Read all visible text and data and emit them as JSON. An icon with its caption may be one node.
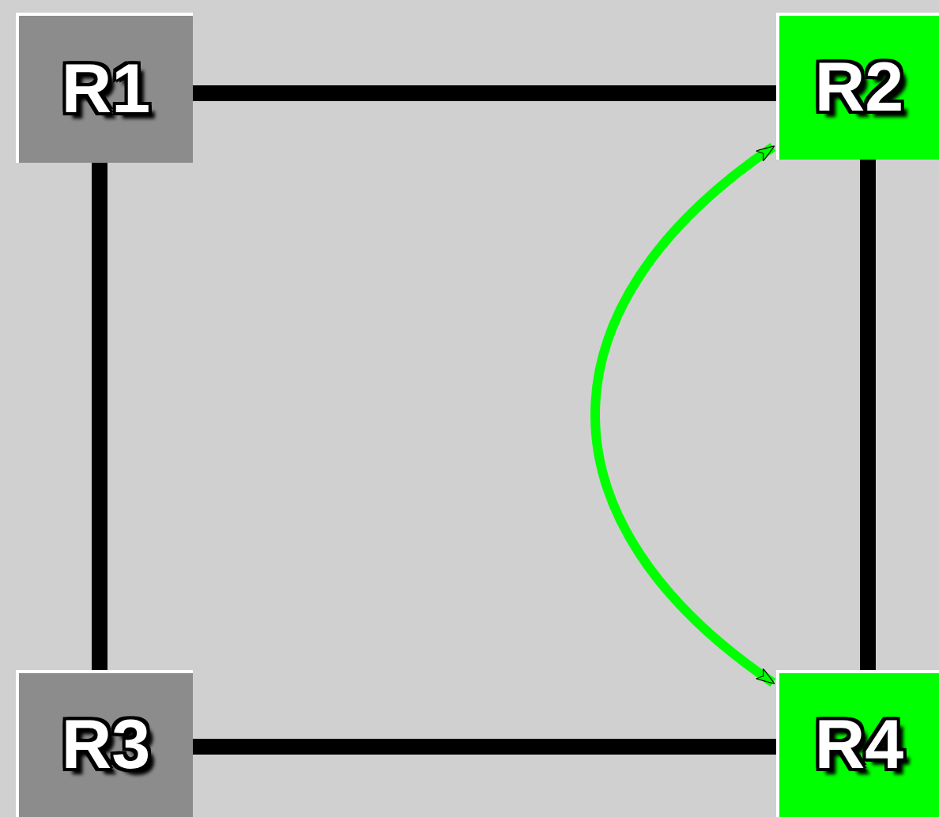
{
  "diagram": {
    "nodes": [
      {
        "text": [
          "R1"
        ]
      },
      {
        "text": [
          "R2"
        ]
      },
      {
        "text": [
          "R3"
        ]
      },
      {
        "text": [
          "R4"
        ]
      }
    ],
    "edges": [
      {
        "from": 0,
        "to": 1,
        "arrow": "none"
      },
      {
        "from": 0,
        "to": 2,
        "arrow": "none"
      },
      {
        "from": 1,
        "to": 3,
        "arrow": "none"
      },
      {
        "from": 2,
        "to": 3,
        "arrow": "none"
      },
      {
        "from": 3,
        "to": 1,
        "arrow": "both",
        "color": "#00ff00"
      }
    ]
  }
}
